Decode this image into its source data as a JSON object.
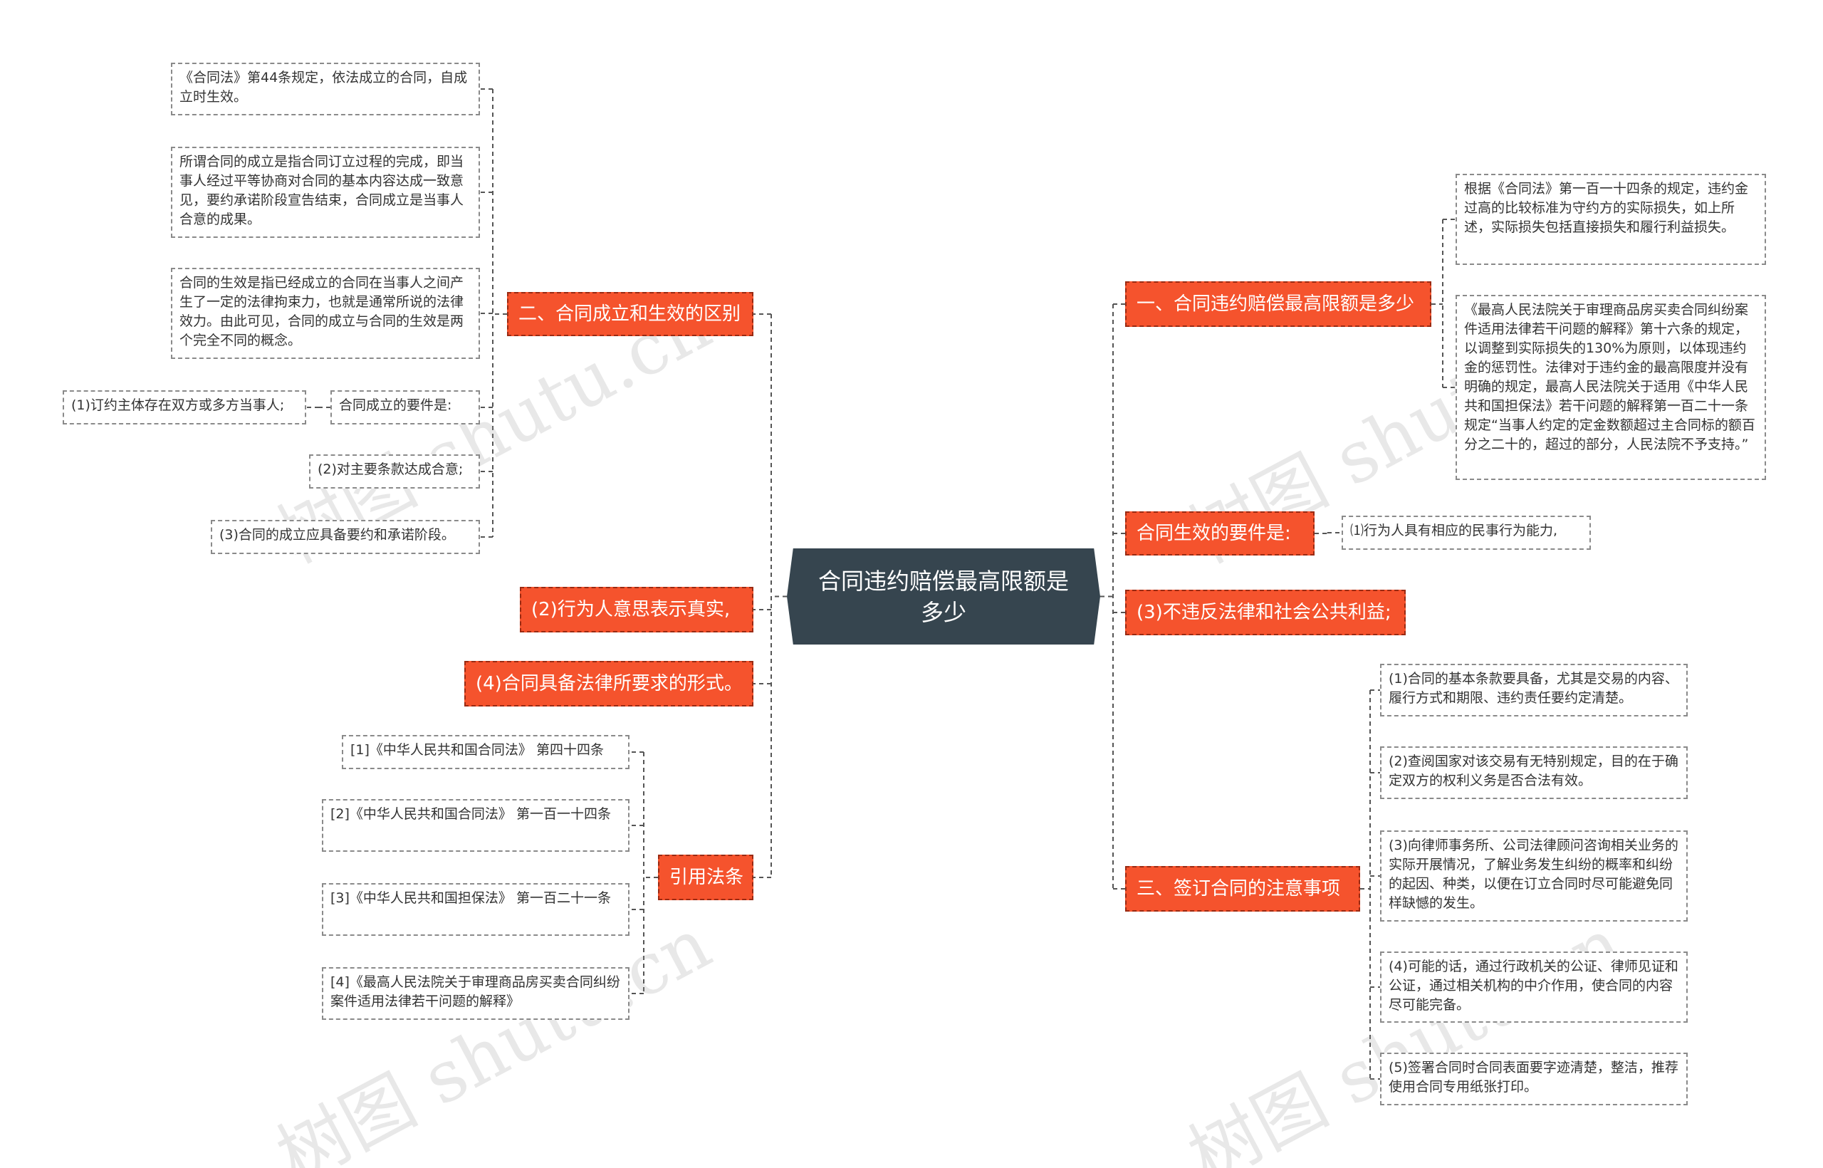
{
  "root": {
    "title": "合同违约赔偿最高限额是多少"
  },
  "branches": {
    "b1": "一、合同违约赔偿最高限额是多少",
    "b2": "合同生效的要件是:",
    "b3": "(3)不违反法律和社会公共利益;",
    "b4": "三、签订合同的注意事项",
    "b5": "二、合同成立和生效的区别",
    "b6": "(2)行为人意思表示真实,",
    "b7": "(4)合同具备法律所要求的形式。",
    "b8": "引用法条"
  },
  "leaves": {
    "r1": "根据《合同法》第一百一十四条的规定，违约金过高的比较标准为守约方的实际损失，如上所述，实际损失包括直接损失和履行利益损失。",
    "r2": "《最高人民法院关于审理商品房买卖合同纠纷案件适用法律若干问题的解释》第十六条的规定，以调整到实际损失的130%为原则，以体现违约金的惩罚性。法律对于违约金的最高限度并没有明确的规定，最高人民法院关于适用《中华人民共和国担保法》若干问题的解释第一百二十一条规定“当事人约定的定金数额超过主合同标的额百分之二十的，超过的部分，人民法院不予支持。”",
    "r3": "⑴行为人具有相应的民事行为能力,",
    "r4": "(1)合同的基本条款要具备，尤其是交易的内容、履行方式和期限、违约责任要约定清楚。",
    "r5": "(2)查阅国家对该交易有无特别规定，目的在于确定双方的权利义务是否合法有效。",
    "r6": "(3)向律师事务所、公司法律顾问咨询相关业务的实际开展情况，了解业务发生纠纷的概率和纠纷的起因、种类，以便在订立合同时尽可能避免同样缺憾的发生。",
    "r7": "(4)可能的话，通过行政机关的公证、律师见证和公证，通过相关机构的中介作用，使合同的内容尽可能完备。",
    "r8": "(5)签署合同时合同表面要字迹清楚，整洁，推荐使用合同专用纸张打印。",
    "l1": "《合同法》第44条规定，依法成立的合同，自成立时生效。",
    "l2": "所谓合同的成立是指合同订立过程的完成，即当事人经过平等协商对合同的基本内容达成一致意见，要约承诺阶段宣告结束，合同成立是当事人合意的成果。",
    "l3": "合同的生效是指已经成立的合同在当事人之间产生了一定的法律拘束力，也就是通常所说的法律效力。由此可见，合同的成立与合同的生效是两个完全不同的概念。",
    "l4": "合同成立的要件是:",
    "l5": "(1)订约主体存在双方或多方当事人;",
    "l6": "(2)对主要条款达成合意;",
    "l7": "(3)合同的成立应具备要约和承诺阶段。",
    "l8": "[1]《中华人民共和国合同法》 第四十四条",
    "l9": "[2]《中华人民共和国合同法》 第一百一十四条",
    "l10": "[3]《中华人民共和国担保法》 第一百二十一条",
    "l11": "[4]《最高人民法院关于审理商品房买卖合同纠纷案件适用法律若干问题的解释》"
  },
  "watermark": {
    "text": "树图 shutu.cn"
  },
  "colors": {
    "root": "#36454f",
    "branch": "#f5532d",
    "line": "#555555",
    "leaf_border": "#8a8a8a"
  }
}
